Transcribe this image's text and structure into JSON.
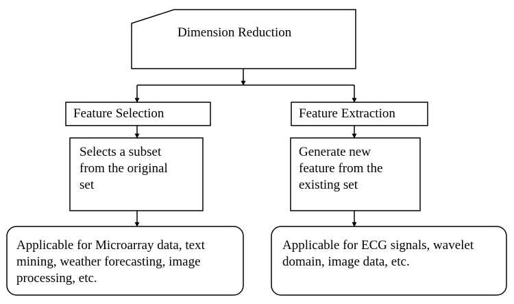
{
  "diagram": {
    "root": {
      "label": "Dimension Reduction"
    },
    "branches": [
      {
        "header": "Feature Selection",
        "description": "Selects a subset\nfrom the original\nset",
        "application": "Applicable for Microarray data, text\nmining, weather forecasting, image\nprocessing, etc."
      },
      {
        "header": "Feature Extraction",
        "description": "Generate new\nfeature from the\nexisting set",
        "application": "Applicable for ECG signals, wavelet\ndomain, image data, etc."
      }
    ]
  }
}
